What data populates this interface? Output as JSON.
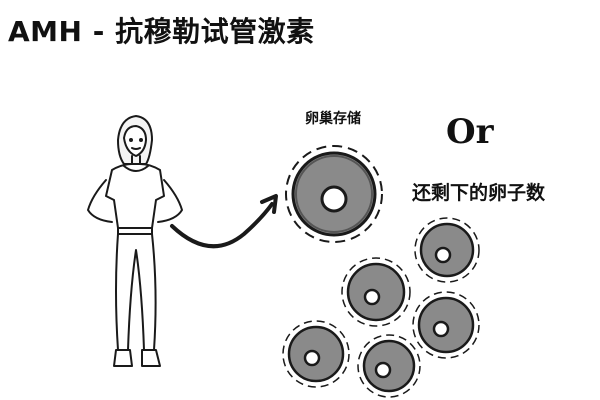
{
  "header": {
    "title": "AMH - 抗穆勒试管激素"
  },
  "labels": {
    "ovarian_reserve": "卵巢存储",
    "or": "Or",
    "remaining_eggs": "还剩下的卵子数"
  },
  "colors": {
    "egg_fill": "#8a8a8a",
    "egg_nucleus": "#ffffff",
    "outline": "#1a1a1a"
  },
  "icons": [
    "woman-figure",
    "curved-arrow-icon",
    "large-egg-cell",
    "small-egg-cell"
  ]
}
